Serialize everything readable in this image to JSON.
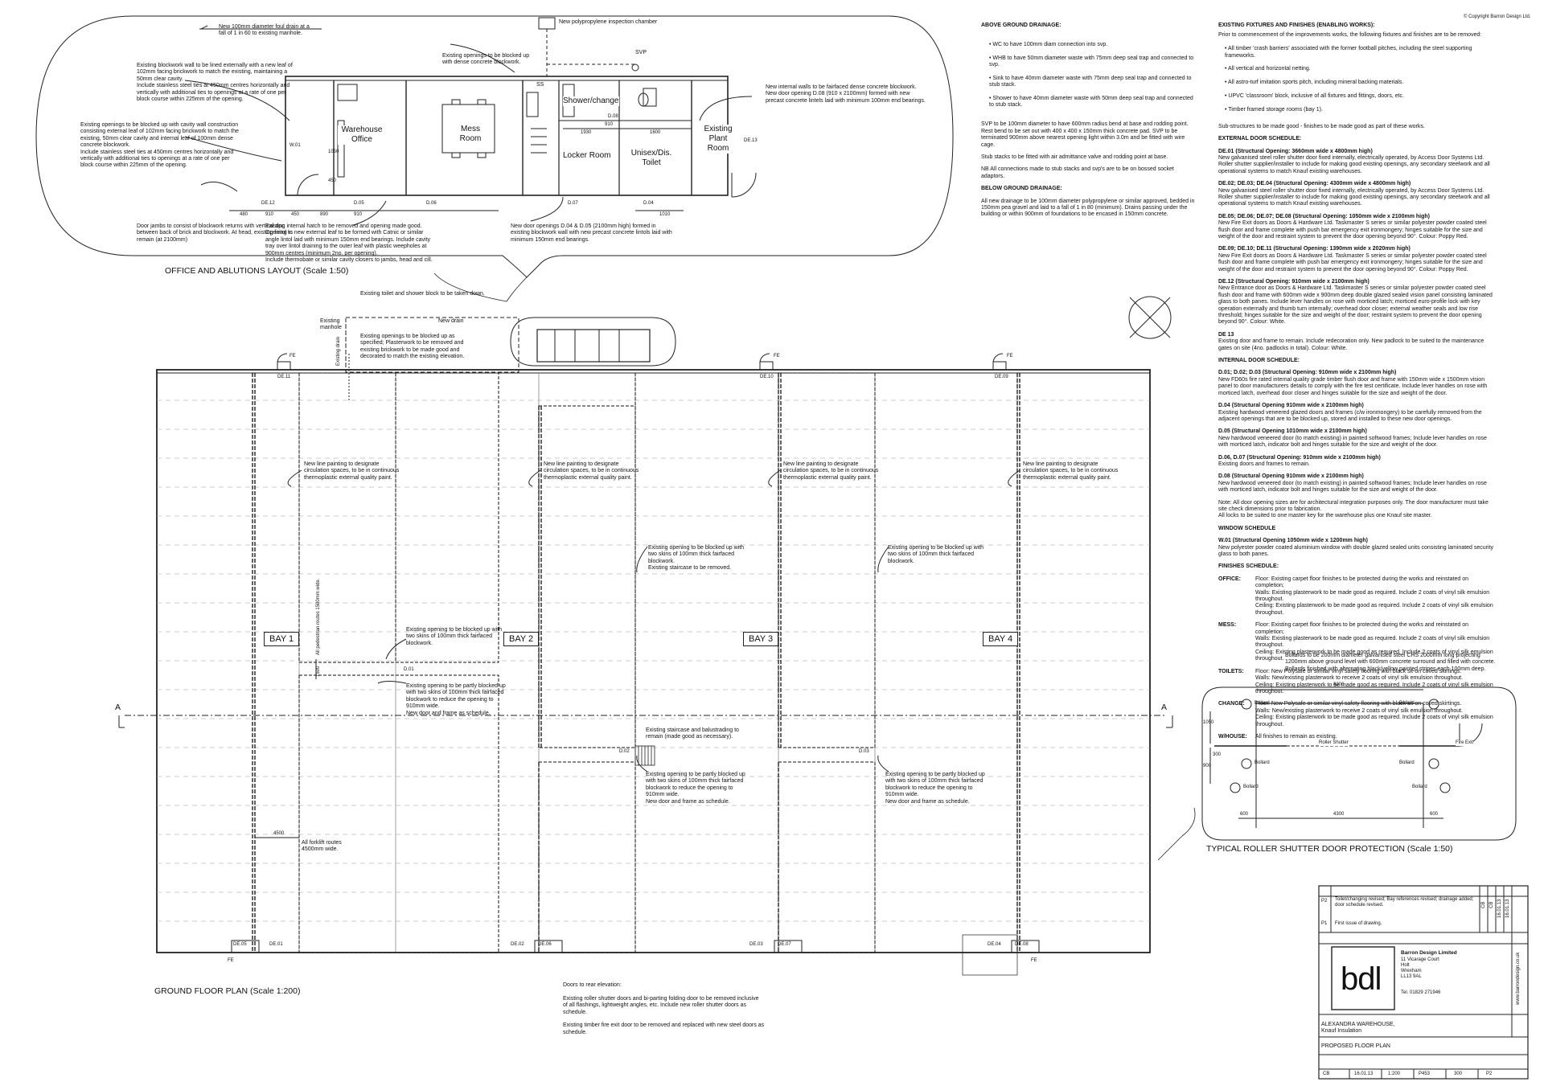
{
  "copyright": "© Copyright Barron Design Ltd.",
  "plans": {
    "office_title": "OFFICE AND ABLUTIONS LAYOUT (Scale 1:50)",
    "ground_title": "GROUND FLOOR PLAN (Scale 1:200)",
    "roller_title": "TYPICAL ROLLER SHUTTER DOOR PROTECTION (Scale 1:50)"
  },
  "office": {
    "rooms": {
      "warehouse_office": "Warehouse\nOffice",
      "mess_room": "Mess\nRoom",
      "shower": "Shower/change",
      "locker_room": "Locker Room",
      "toilet": "Unisex/Dis.\nToilet",
      "plant_room": "Existing\nPlant\nRoom"
    },
    "notes": {
      "foul_drain": "New 100mm diameter foul drain at a\nfall of 1 in 60 to existing manhole.",
      "inspection": "New polypropylene inspection chamber",
      "svp": "SVP",
      "ss": "SS",
      "openings_blocked": "Existing openings to be blocked up\nwith dense concrete blockwork.",
      "blockwork_lined": "Existing blockwork wall to be lined externally with a new leaf of\n102mm facing brickwork to match the existing, maintaining a\n50mm clear cavity.\nInclude stainless steel ties at 450mm centres horizontally and\nvertically with additional ties to openings at a rate of one per\nblock course within 225mm of the opening.",
      "openings_cavity": "Existing openings to be blocked up with cavity wall construction\nconsisting external leaf of 102mm facing brickwork to match the\nexisting, 50mm clear cavity and internal leaf of 100mm dense\nconcrete blockwork.\nInclude stainless steel ties at 450mm centres horizontally and\nvertically with additional ties to openings at a rate of one per\nblock course within 225mm of the opening.",
      "internal_walls": "New internal walls to be fairfaced dense concrete blockwork.\nNew door opening D.08 (910 x 2100mm) formed with new\nprecast concrete lintels laid with minimum 100mm end bearings.",
      "door_jambs": "Door jambs to consist of blockwork returns with vertical dpc\nbetween back of brick and blockwork. At head, existing lintol to\nremain (at 2100mm)",
      "internal_hatch": "Existing internal hatch to be removed and opening made good.\nOpening in new external leaf to be formed with Catnic or similar\nangle lintol laid with minimum 150mm end bearings. Include cavity\ntray over lintol draining to the outer leaf with plastic weepholes at\n900mm centres (minimum 2no. per opening).\nInclude thermobate or similar cavity closers to jambs, head and cill.",
      "new_openings": "New door openings D.04 & D.05 (2100mm high) formed in\nexisting blockwork wall with new precast concrete lintols laid with\nminimum 150mm end bearings."
    },
    "labels": [
      "W.01",
      "DE.12",
      "D.05",
      "D.06",
      "D.07",
      "D.04",
      "D.08",
      "DE.13"
    ],
    "dims": [
      "480",
      "910",
      "450",
      "890",
      "910",
      "1010",
      "1930",
      "910",
      "1600",
      "450",
      "1050"
    ]
  },
  "ground": {
    "bays": [
      "BAY 1",
      "BAY 2",
      "BAY 3",
      "BAY 4"
    ],
    "section": "A",
    "doors_top": [
      "DE.11",
      "DE.10",
      "DE.09"
    ],
    "doors_bottom": [
      "DE.05",
      "DE.01",
      "DE.02",
      "DE.06",
      "DE.03",
      "DE.07",
      "DE.04",
      "DE.08"
    ],
    "fe": "FE",
    "inner_doors": [
      "D.01",
      "D.02",
      "D.03"
    ],
    "notes": {
      "toilet_block": "Existing toilet and shower block to be taken down.",
      "manhole": "Existing\nmanhole",
      "new_drain": "New drain",
      "existing_drain": "Existing drain",
      "plasterwork": "Existing openings to be blocked up as\nspecified; Plasterwork to be removed and\nexisting brickwork to be made good and\ndecorated to match the existing elevation.",
      "line_paint": "New line painting to designate\ncirculation spaces, to be in continuous\nthermoplastic external quality paint.",
      "blocked_fair": "Existing opening to be blocked up with\ntwo skins of 100mm thick fairfaced\nblockwork.",
      "blocked_stair": "Existing opening to be blocked up with\ntwo skins of 100mm thick fairfaced\nblockwork.\nExisting staircase to be removed.",
      "partly_blocked": "Existing opening to be partly blocked up\nwith two skins of 100mm thick fairfaced\nblockwork to reduce the opening to\n910mm wide.\nNew door and frame as schedule.",
      "staircase_remain": "Existing staircase and balustrading to\nremain (made good as necessary).",
      "pedestrian": "All pedestrian routes\n1500mm wide.",
      "forklift": "All forklift routes\n4500mm wide.",
      "dim_4500": "4500",
      "dim_1500": "1500",
      "rear_doors": "Doors to rear elevation:\n\nExisting roller shutter doors and bi-parting folding door to be removed inclusive\nof all flashings, lightweight angles, etc. Include new roller shutter doors as\nschedule.\n\nExisting timber fire exit door to be removed and replaced with new steel doors as\nschedule."
    }
  },
  "roller": {
    "note": "Bollards to be 200mm diameter galvanised steel CHS 2000mm long projecting\n1200mm above ground level with 600mm concrete surround and filled with concrete.\nBollards finished with alternating black/yellow painted stripes each 100mm deep.",
    "bollard": "Bollard",
    "roller_shutter": "Roller Shutter",
    "fire_exit": "Fire Exit",
    "dims": [
      "4300",
      "1050",
      "300",
      "900",
      "600",
      "4300",
      "600"
    ]
  },
  "drainage": {
    "above_h": "ABOVE GROUND DRAINAGE:",
    "above_list": [
      "WC to have 100mm diam connection into svp.",
      "WHB to have 50mm diameter waste with 75mm deep seal trap and connected to svp.",
      "Sink to have 40mm diameter waste with 75mm deep seal trap and connected to stub stack.",
      "Shower to have 40mm diameter waste with 50mm deep seal trap and connected to stub stack."
    ],
    "above_p1": "SVP to be 100mm diameter to have 600mm radius bend at base and rodding point. Rest bend to be set out with 400 x 400 x 150mm thick concrete pad. SVP to be terminated 900mm above nearest opening light within 3.0m and be fitted with wire cage.",
    "above_p2": "Stub stacks to be fitted with air admittance valve and rodding point at base.",
    "above_p3": "NB All connections made to stub stacks and svp's are to be on bossed socket adaptors.",
    "below_h": "BELOW GROUND DRAINAGE:",
    "below_p": "All new drainage to be 100mm diameter polypropylene or similar approved, bedded in 150mm pea gravel and laid to a fall of 1 in 80 (minimum). Drains passing under the building or within 900mm of foundations to be encased in 150mm concrete."
  },
  "schedule": {
    "existing_h": "EXISTING FIXTURES AND FINISHES (ENABLING WORKS):",
    "existing_intro": "Prior to commencement of the improvements works, the following fixtures and finishes are to be removed:",
    "existing_list": [
      "All timber 'crash barriers' associated with the former football pitches, including the steel supporting frameworks.",
      "All vertical and horizontal netting.",
      "All astro-turf imitation sports pitch, including mineral backing materials.",
      "UPVC 'classroom' block, inclusive of all fixtures and fittings, doors, etc.",
      "Timber framed storage rooms (bay 1)."
    ],
    "existing_after": "Sub-structures to be made good - finishes to be made good as part of these works.",
    "ext_h": "EXTERNAL DOOR SCHEDULE:",
    "ext_items": [
      {
        "h": "DE.01 (Structural Opening: 3660mm wide x 4800mm high)",
        "p": "New galvanised steel roller shutter door fixed internally, electrically operated, by Access Door Systems Ltd.\nRoller shutter supplier/installer to include for making good existing openings, any secondary steelwork and all operational systems to match Knauf existing warehouses."
      },
      {
        "h": "DE.02; DE.03; DE.04 (Structural Opening: 4300mm wide x 4800mm high)",
        "p": "New galvanised steel roller shutter door fixed internally, electrically operated, by Access Door Systems Ltd.\nRoller shutter supplier/installer to include for making good existing openings, any secondary steelwork and all operational systems to match Knauf existing warehouses."
      },
      {
        "h": "DE.05; DE.06; DE.07; DE.08 (Structural Opening: 1050mm wide x 2100mm high)",
        "p": "New Fire Exit doors as Doors & Hardware Ltd. Taskmaster S series or similar polyester powder coated steel flush door and frame complete with push bar emergency exit ironmongery; hinges suitable for the size and weight of the door and restraint system to prevent the door opening beyond 90°. Colour: Poppy Red."
      },
      {
        "h": "DE.09; DE.10; DE.11 (Structural Opening: 1390mm wide x 2020mm high)",
        "p": "New Fire Exit doors as Doors & Hardware Ltd. Taskmaster S series or similar polyester powder coated steel flush door and frame complete with push bar emergency exit ironmongery; hinges suitable for the size and weight of the door and restraint system to prevent the door opening beyond 90°. Colour: Poppy Red."
      },
      {
        "h": "DE.12 (Structural Opening: 910mm wide x 2100mm high)",
        "p": "New Entrance door as Doors & Hardware Ltd. Taskmaster S series or similar polyester powder coated steel flush door and frame with 600mm wide x 900mm deep double glazed sealed vision panel consisting laminated glass to both panes. Include lever handles on rose with morticed latch; morticed euro-profile lock with key operation externally and thumb turn internally; overhead door closer; external weather seals and low rise threshold; hinges suitable for the size and weight of the door; restraint system to prevent the door opening beyond 90°. Colour: White."
      },
      {
        "h": "DE 13",
        "p": "Existing door and frame to remain. Include redecoration only. New padlock to be suited to the maintenance gates on site (4no. padlocks in total). Colour: White."
      }
    ],
    "int_h": "INTERNAL DOOR SCHEDULE:",
    "int_items": [
      {
        "h": "D.01; D.02; D.03 (Structural Opening: 910mm wide x 2100mm high)",
        "p": "New FD60s fire rated internal quality grade timber flush door and frame with 150mm wide x 1500mm vision panel to door manufacturers details to comply with the fire test certificate. Include lever handles on rose with morticed latch, overhead door closer and hinges suitable for the size and weight of the door."
      },
      {
        "h": "D.04 (Structural Opening 910mm wide x 2100mm high)",
        "p": "Existing hardwood veneered glazed doors and frames (c/w ironmongery) to be carefully removed from the adjacent openings that are to be blocked up, stored and installed to these new door openings."
      },
      {
        "h": "D.05 (Structural Opening 1010mm wide x 2100mm high)",
        "p": "New hardwood veneered door (to match existing) in painted softwood frames; Include lever handles on rose with morticed latch, indicator bolt and hinges suitable for the size and weight of the door."
      },
      {
        "h": "D.06, D.07 (Structural Opening: 910mm wide x 2100mm high)",
        "p": "Existing doors and frames to remain."
      },
      {
        "h": "D.08 (Structural Opening 910mm wide x 2100mm high)",
        "p": "New hardwood veneered door (to match existing) in painted softwood frames; Include lever handles on rose with morticed latch, indicator bolt and hinges suitable for the size and weight of the door."
      }
    ],
    "int_note": "Note: All door opening sizes are for architectural integration purposes only. The door manufacturer must take site check dimensions prior to fabrication.\nAll locks to be suited to one master key for the warehouse plus one Knauf site master.",
    "win_h": "WINDOW SCHEDULE",
    "win_sub": "W.01 (Structural Opening 1050mm wide x 1200mm high)",
    "win_p": "New polyester powder coated aluminium window with double glazed sealed units consisting laminated security glass to both panes.",
    "fin_h": "FINISHES SCHEDULE:",
    "fin_items": [
      {
        "k": "OFFICE:",
        "v": "Floor: Existing carpet floor finishes to be protected during the works and reinstated on completion;\nWalls: Existing plasterwork to be made good as required. Include 2 coats of vinyl silk emulsion throughout.\nCeiling: Existing plasterwork to be made good as required. Include 2 coats of vinyl silk emulsion throughout."
      },
      {
        "k": "MESS:",
        "v": "Floor: Existing carpet floor finishes to be protected during the works and reinstated on completion;\nWalls: Existing plasterwork to be made good as required. Include 2 coats of vinyl silk emulsion throughout.\nCeiling: Existing plasterwork to be made good as required. Include 2 coats of vinyl silk emulsion throughout."
      },
      {
        "k": "TOILETS:",
        "v": "Floor: New Polysafe or similar vinyl safety flooring with black sit-on coved skirtings.\nWalls: New/existing plasterwork to receive 2 coats of vinyl silk emulsion throughout.\nCeiling: Existing plasterwork to be made good as required. Include 2 coats of vinyl silk emulsion throughout."
      },
      {
        "k": "CHANGE:",
        "v": "Floor: New Polysafe or similar vinyl safety flooring with black sit-on coved skirtings.\nWalls: New/existing plasterwork to receive 2 coats of vinyl silk emulsion throughout.\nCeiling: Existing plasterwork to be made good as required. Include 2 coats of vinyl silk emulsion throughout."
      },
      {
        "k": "W/HOUSE:",
        "v": "All finishes to remain as existing."
      }
    ]
  },
  "titleblock": {
    "rev_p2": "P2",
    "rev_p2_desc": "Toilet/changing revised; Bay references revised; drainage added;\ndoor schedule revised.",
    "rev_p1": "P1",
    "rev_p1_desc": "First issue of drawing.",
    "rev_cols": [
      "CB",
      "CB",
      "16.01.13",
      "16.01.13"
    ],
    "logo": "bdl",
    "company": "Barron Design Limited",
    "address": "11 Vicarage Court\nHolt\nWrexham\nLL13 9AL",
    "tel": "Tel. 01829 271946",
    "website": "www.barrondesign.co.uk",
    "project": "ALEXANDRA WAREHOUSE,\nKnauf Insulation",
    "drawing": "PROPOSED FLOOR PLAN",
    "footer": [
      "CB",
      "16.01.13",
      "1:200",
      "P453",
      "300",
      "P2"
    ]
  }
}
